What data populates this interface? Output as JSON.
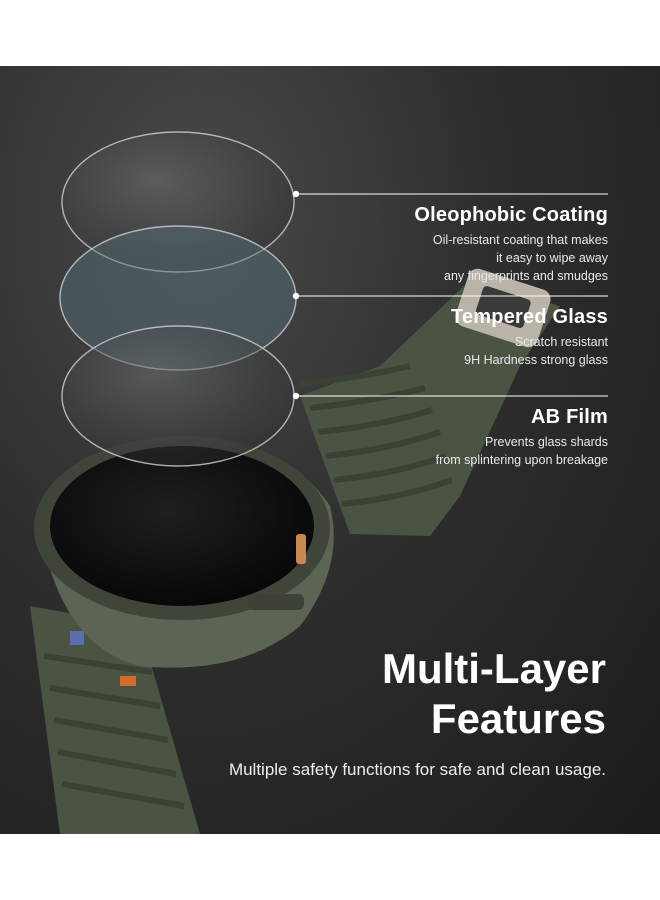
{
  "features": [
    {
      "title": "Oleophobic Coating",
      "lines": [
        "Oil-resistant coating that makes",
        "it easy to wipe away",
        "any fingerprints and smudges"
      ]
    },
    {
      "title": "Tempered Glass",
      "lines": [
        "Scratch resistant",
        "9H Hardness strong glass"
      ]
    },
    {
      "title": "AB Film",
      "lines": [
        "Prevents glass shards",
        "from splintering upon breakage"
      ]
    }
  ],
  "headline": [
    "Multi-Layer",
    "Features"
  ],
  "subtitle": "Multiple safety functions for safe and clean usage.",
  "colors": {
    "background": "#2b2b2b",
    "band": "#4b5443",
    "text": "#ffffff"
  }
}
